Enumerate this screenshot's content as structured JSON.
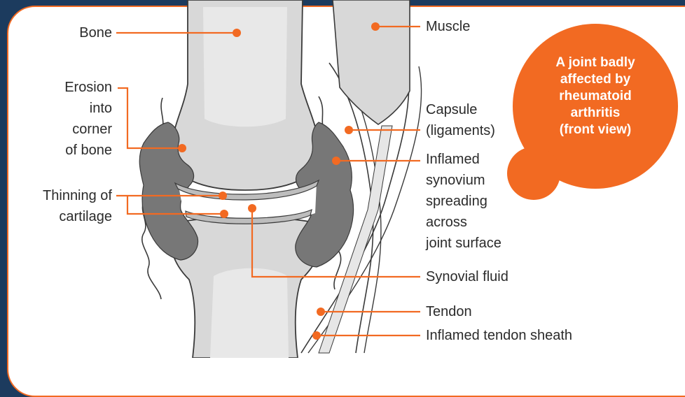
{
  "colors": {
    "accent": "#f26a22",
    "background": "#1c3b5e",
    "bone": "#d8d8d8",
    "synovium": "#777777",
    "white": "#ffffff"
  },
  "labels": {
    "bone": "Bone",
    "erosion": [
      "Erosion",
      "into",
      "corner",
      "of bone"
    ],
    "thinning": [
      "Thinning of",
      "cartilage"
    ],
    "muscle": "Muscle",
    "capsule": [
      "Capsule",
      "(ligaments)"
    ],
    "inflamed_synovium": [
      "Inflamed",
      "synovium",
      "spreading",
      "across",
      "joint surface"
    ],
    "synovial_fluid": "Synovial fluid",
    "tendon": "Tendon",
    "tendon_sheath": "Inflamed tendon sheath"
  },
  "callout": [
    "A joint badly",
    "affected by",
    "rheumatoid",
    "arthritis",
    "(front view)"
  ]
}
